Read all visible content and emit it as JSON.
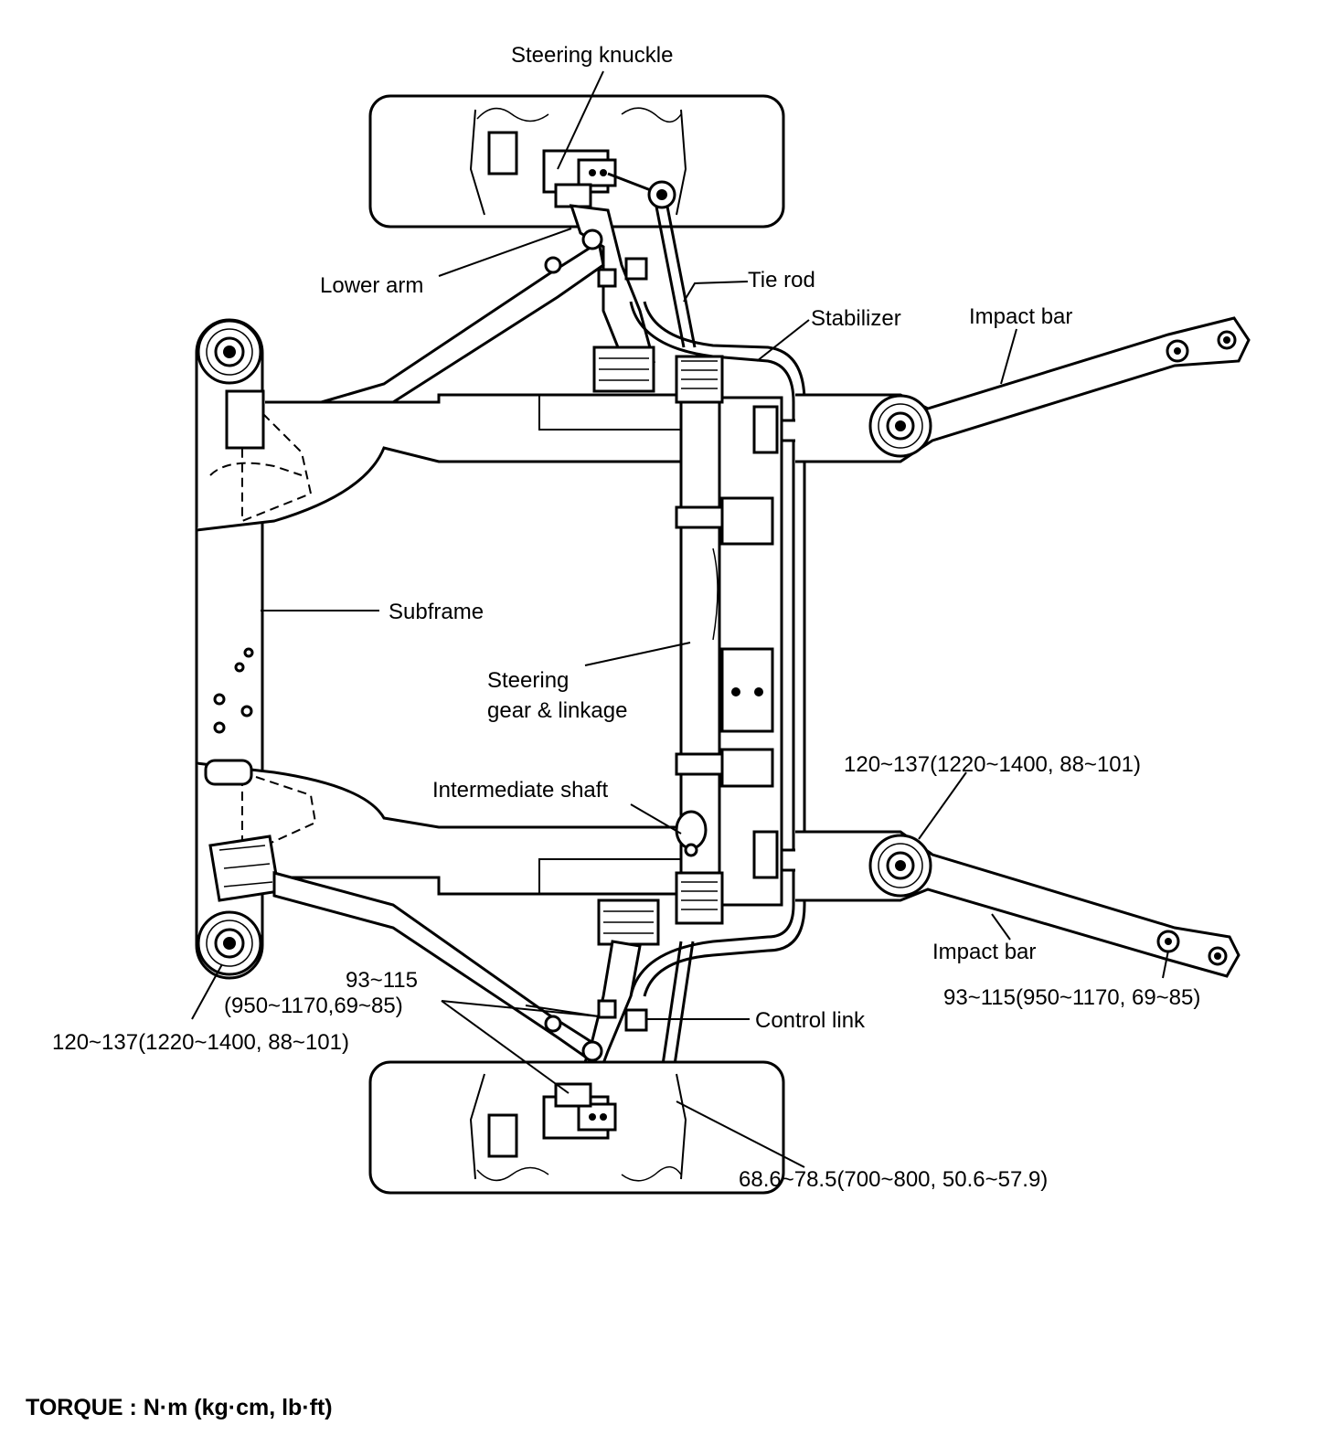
{
  "labels": {
    "steering_knuckle": "Steering knuckle",
    "lower_arm": "Lower arm",
    "tie_rod": "Tie rod",
    "stabilizer": "Stabilizer",
    "impact_bar_top": "Impact bar",
    "subframe": "Subframe",
    "steering_gear_line1": "Steering",
    "steering_gear_line2": "gear & linkage",
    "intermediate_shaft": "Intermediate shaft",
    "impact_bar_bottom": "Impact bar",
    "control_link": "Control link"
  },
  "torques": {
    "impact_bar_mount_right": "120~137(1220~1400, 88~101)",
    "control_link_value": "93~115",
    "control_link_units": "(950~1170,69~85)",
    "subframe_mount_left": "120~137(1220~1400, 88~101)",
    "impact_bar_end": "93~115(950~1170, 69~85)",
    "tie_rod_end": "68.6~78.5(700~800, 50.6~57.9)"
  },
  "footer": {
    "torque_units": "TORQUE : N·m (kg·cm, lb·ft)"
  }
}
